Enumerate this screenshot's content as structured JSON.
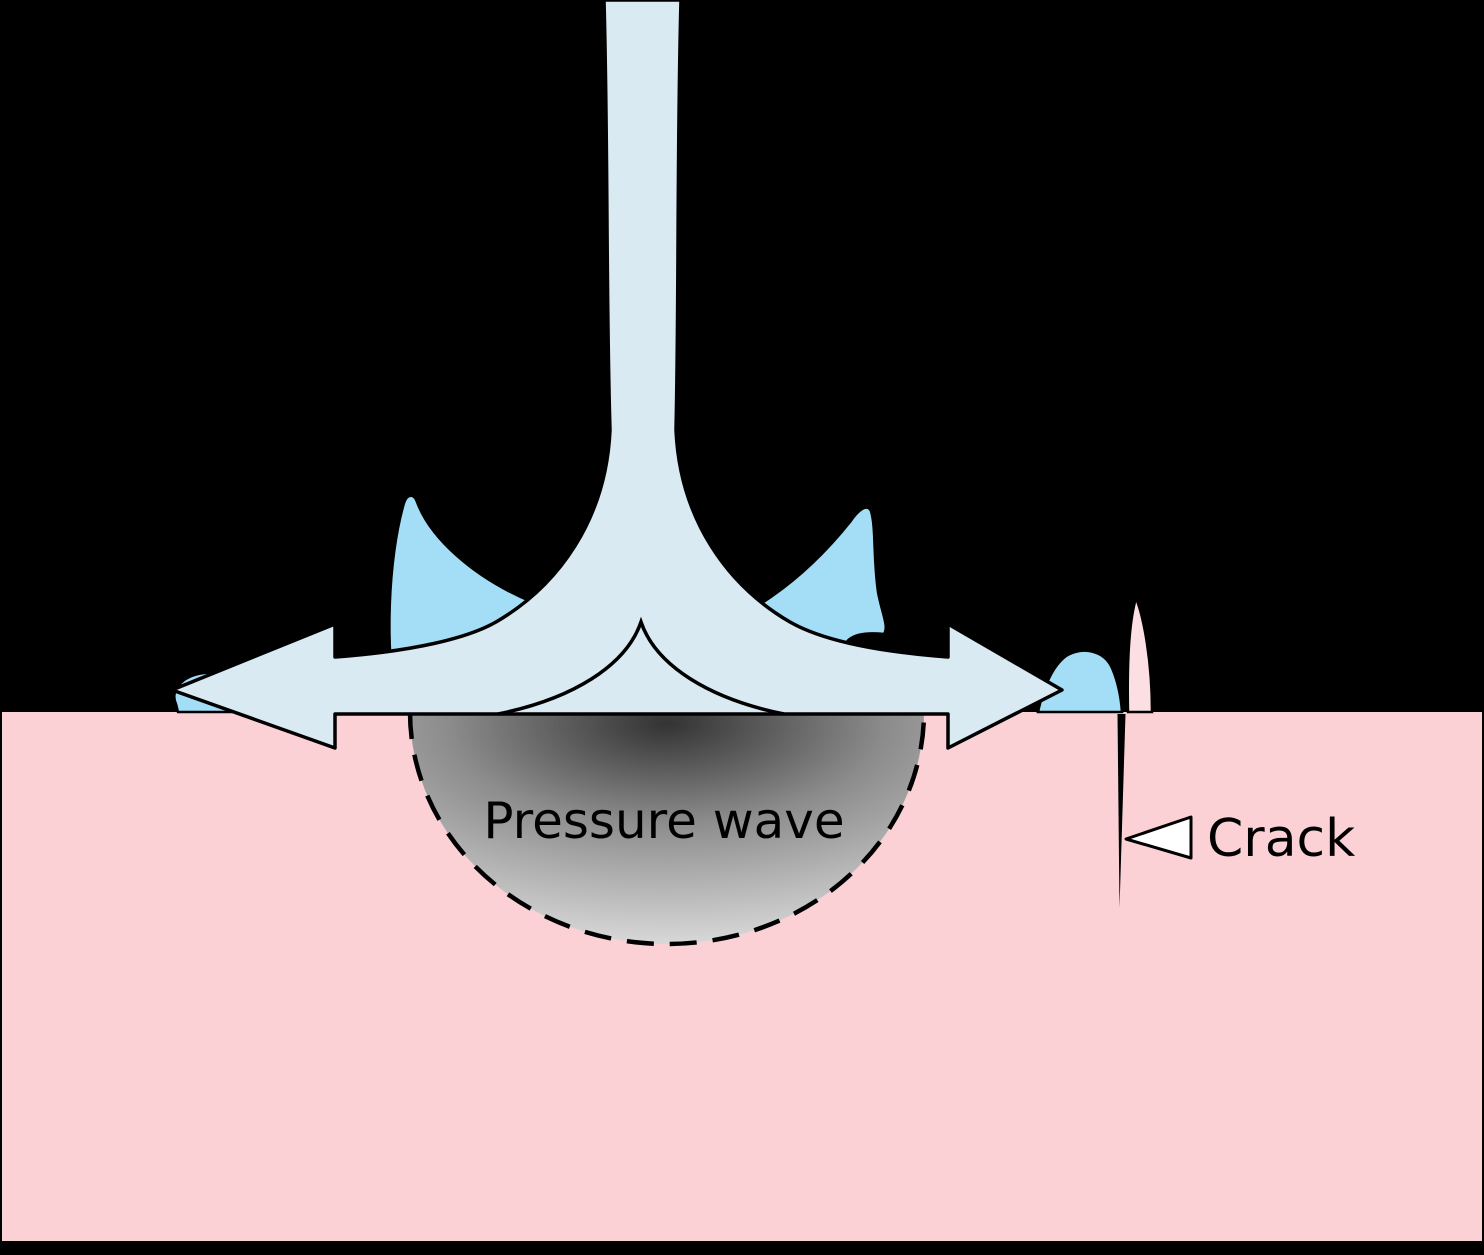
{
  "diagram": {
    "labels": {
      "pressure_wave": "Pressure wave",
      "crack": "Crack"
    },
    "colors": {
      "background": "#000000",
      "surface": "#fbd1d6",
      "jet": "#d9eaf3",
      "splash": "#a4ddf6",
      "ejecta": "#fcdfe3",
      "outline": "#000000",
      "pointer_fill": "#ffffff",
      "text": "#000000",
      "wave_dark": "#333333",
      "wave_mid": "#8c8c8c",
      "wave_light": "#d8d8d8"
    },
    "icons": {
      "crack_pointer": "left-triangle-arrow"
    }
  }
}
